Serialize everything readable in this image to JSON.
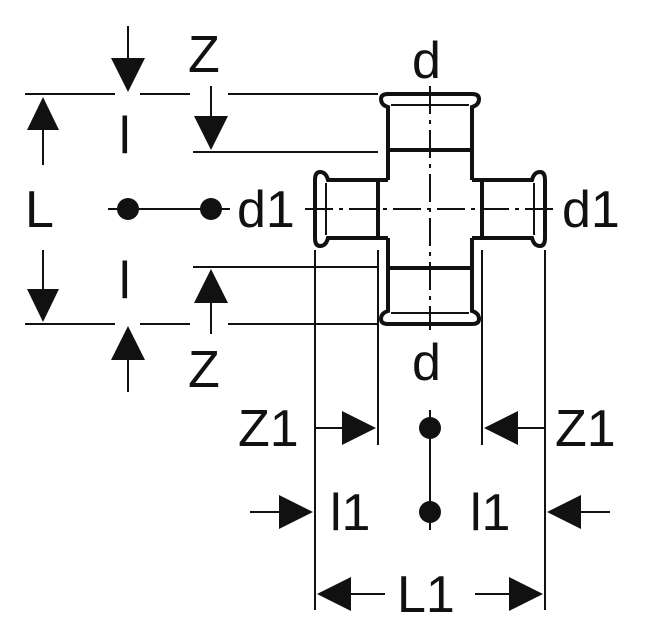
{
  "labels": {
    "z_top": "Z",
    "l_upper": "l",
    "L": "L",
    "d1_left": "d1",
    "d1_right": "d1",
    "l_lower": "l",
    "z_bottom": "Z",
    "d_top": "d",
    "d_bottom": "d",
    "z1_left": "Z1",
    "z1_right": "Z1",
    "l1_left": "l1",
    "l1_right": "l1",
    "L1": "L1"
  },
  "colors": {
    "ink": "#111111",
    "background": "#ffffff"
  }
}
